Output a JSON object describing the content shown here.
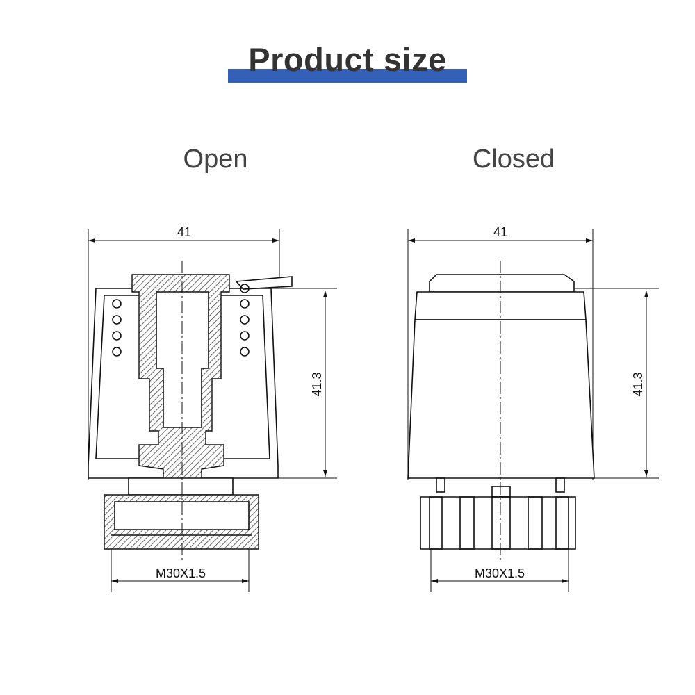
{
  "header": {
    "title": "Product size",
    "accent_color": "#3560b8"
  },
  "views": [
    {
      "label": "Open",
      "width": "41",
      "height": "41.3",
      "thread": "M30X1.5"
    },
    {
      "label": "Closed",
      "width": "41",
      "height": "41.3",
      "thread": "M30X1.5"
    }
  ]
}
